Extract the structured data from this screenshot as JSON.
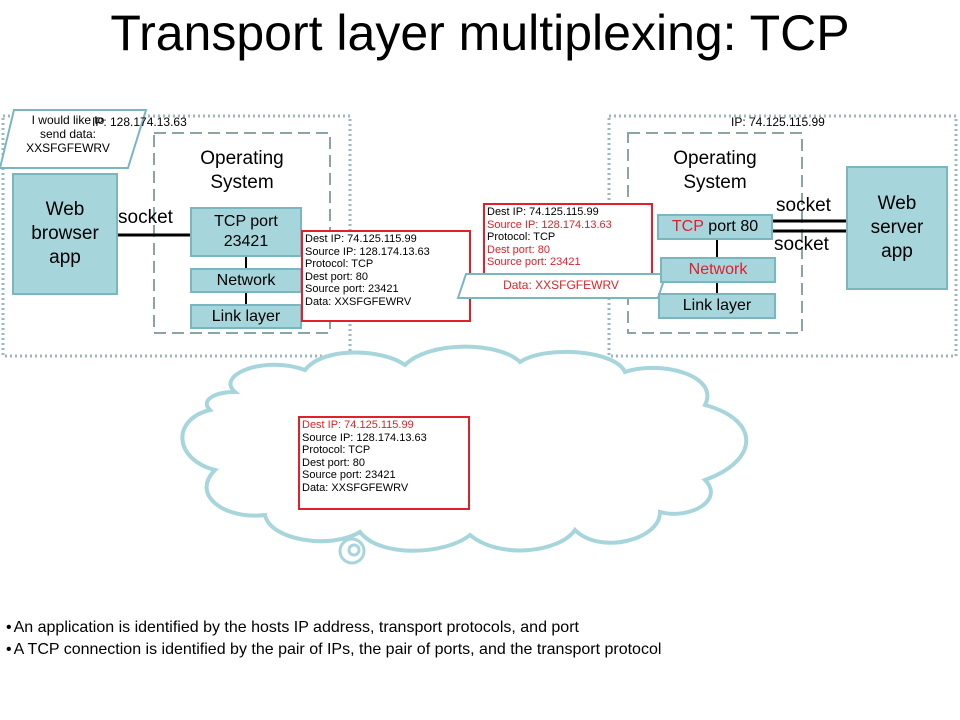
{
  "title": "Transport layer multiplexing: TCP",
  "client": {
    "ip": "IP: 128.174.13.63",
    "note": [
      "I would like to",
      "send data:",
      "XXSFGFEWRV"
    ],
    "app": [
      "Web",
      "browser",
      "app"
    ],
    "socket": "socket",
    "os": [
      "Operating",
      "System"
    ],
    "tcp": [
      "TCP port",
      "23421"
    ],
    "network": "Network",
    "link": "Link layer"
  },
  "server": {
    "ip": "IP: 74.125.115.99",
    "app": [
      "Web",
      "server",
      "app"
    ],
    "socket1": "socket",
    "socket2": "socket",
    "os": [
      "Operating",
      "System"
    ],
    "tcp_prefix": "TCP",
    "tcp_rest": " port 80",
    "network": "Network",
    "link": "Link layer",
    "data_tag": "Data: XXSFGFEWRV"
  },
  "packet": {
    "dest_ip": "Dest IP: 74.125.115.99",
    "source_ip": "Source IP: 128.174.13.63",
    "protocol": "Protocol: TCP",
    "dest_port": "Dest port: 80",
    "source_port": "Source port: 23421",
    "data": "Data: XXSFGFEWRV"
  },
  "bullets": [
    "An application is identified by the hosts IP address, transport protocols, and port",
    "A TCP connection is identified by the pair of IPs, the pair of ports, and the transport protocol"
  ],
  "colors": {
    "box_fill": "#a6d5dc",
    "box_border": "#7ab6c0",
    "highlight": "#e0202a",
    "dotted": "#9ab8bd"
  }
}
